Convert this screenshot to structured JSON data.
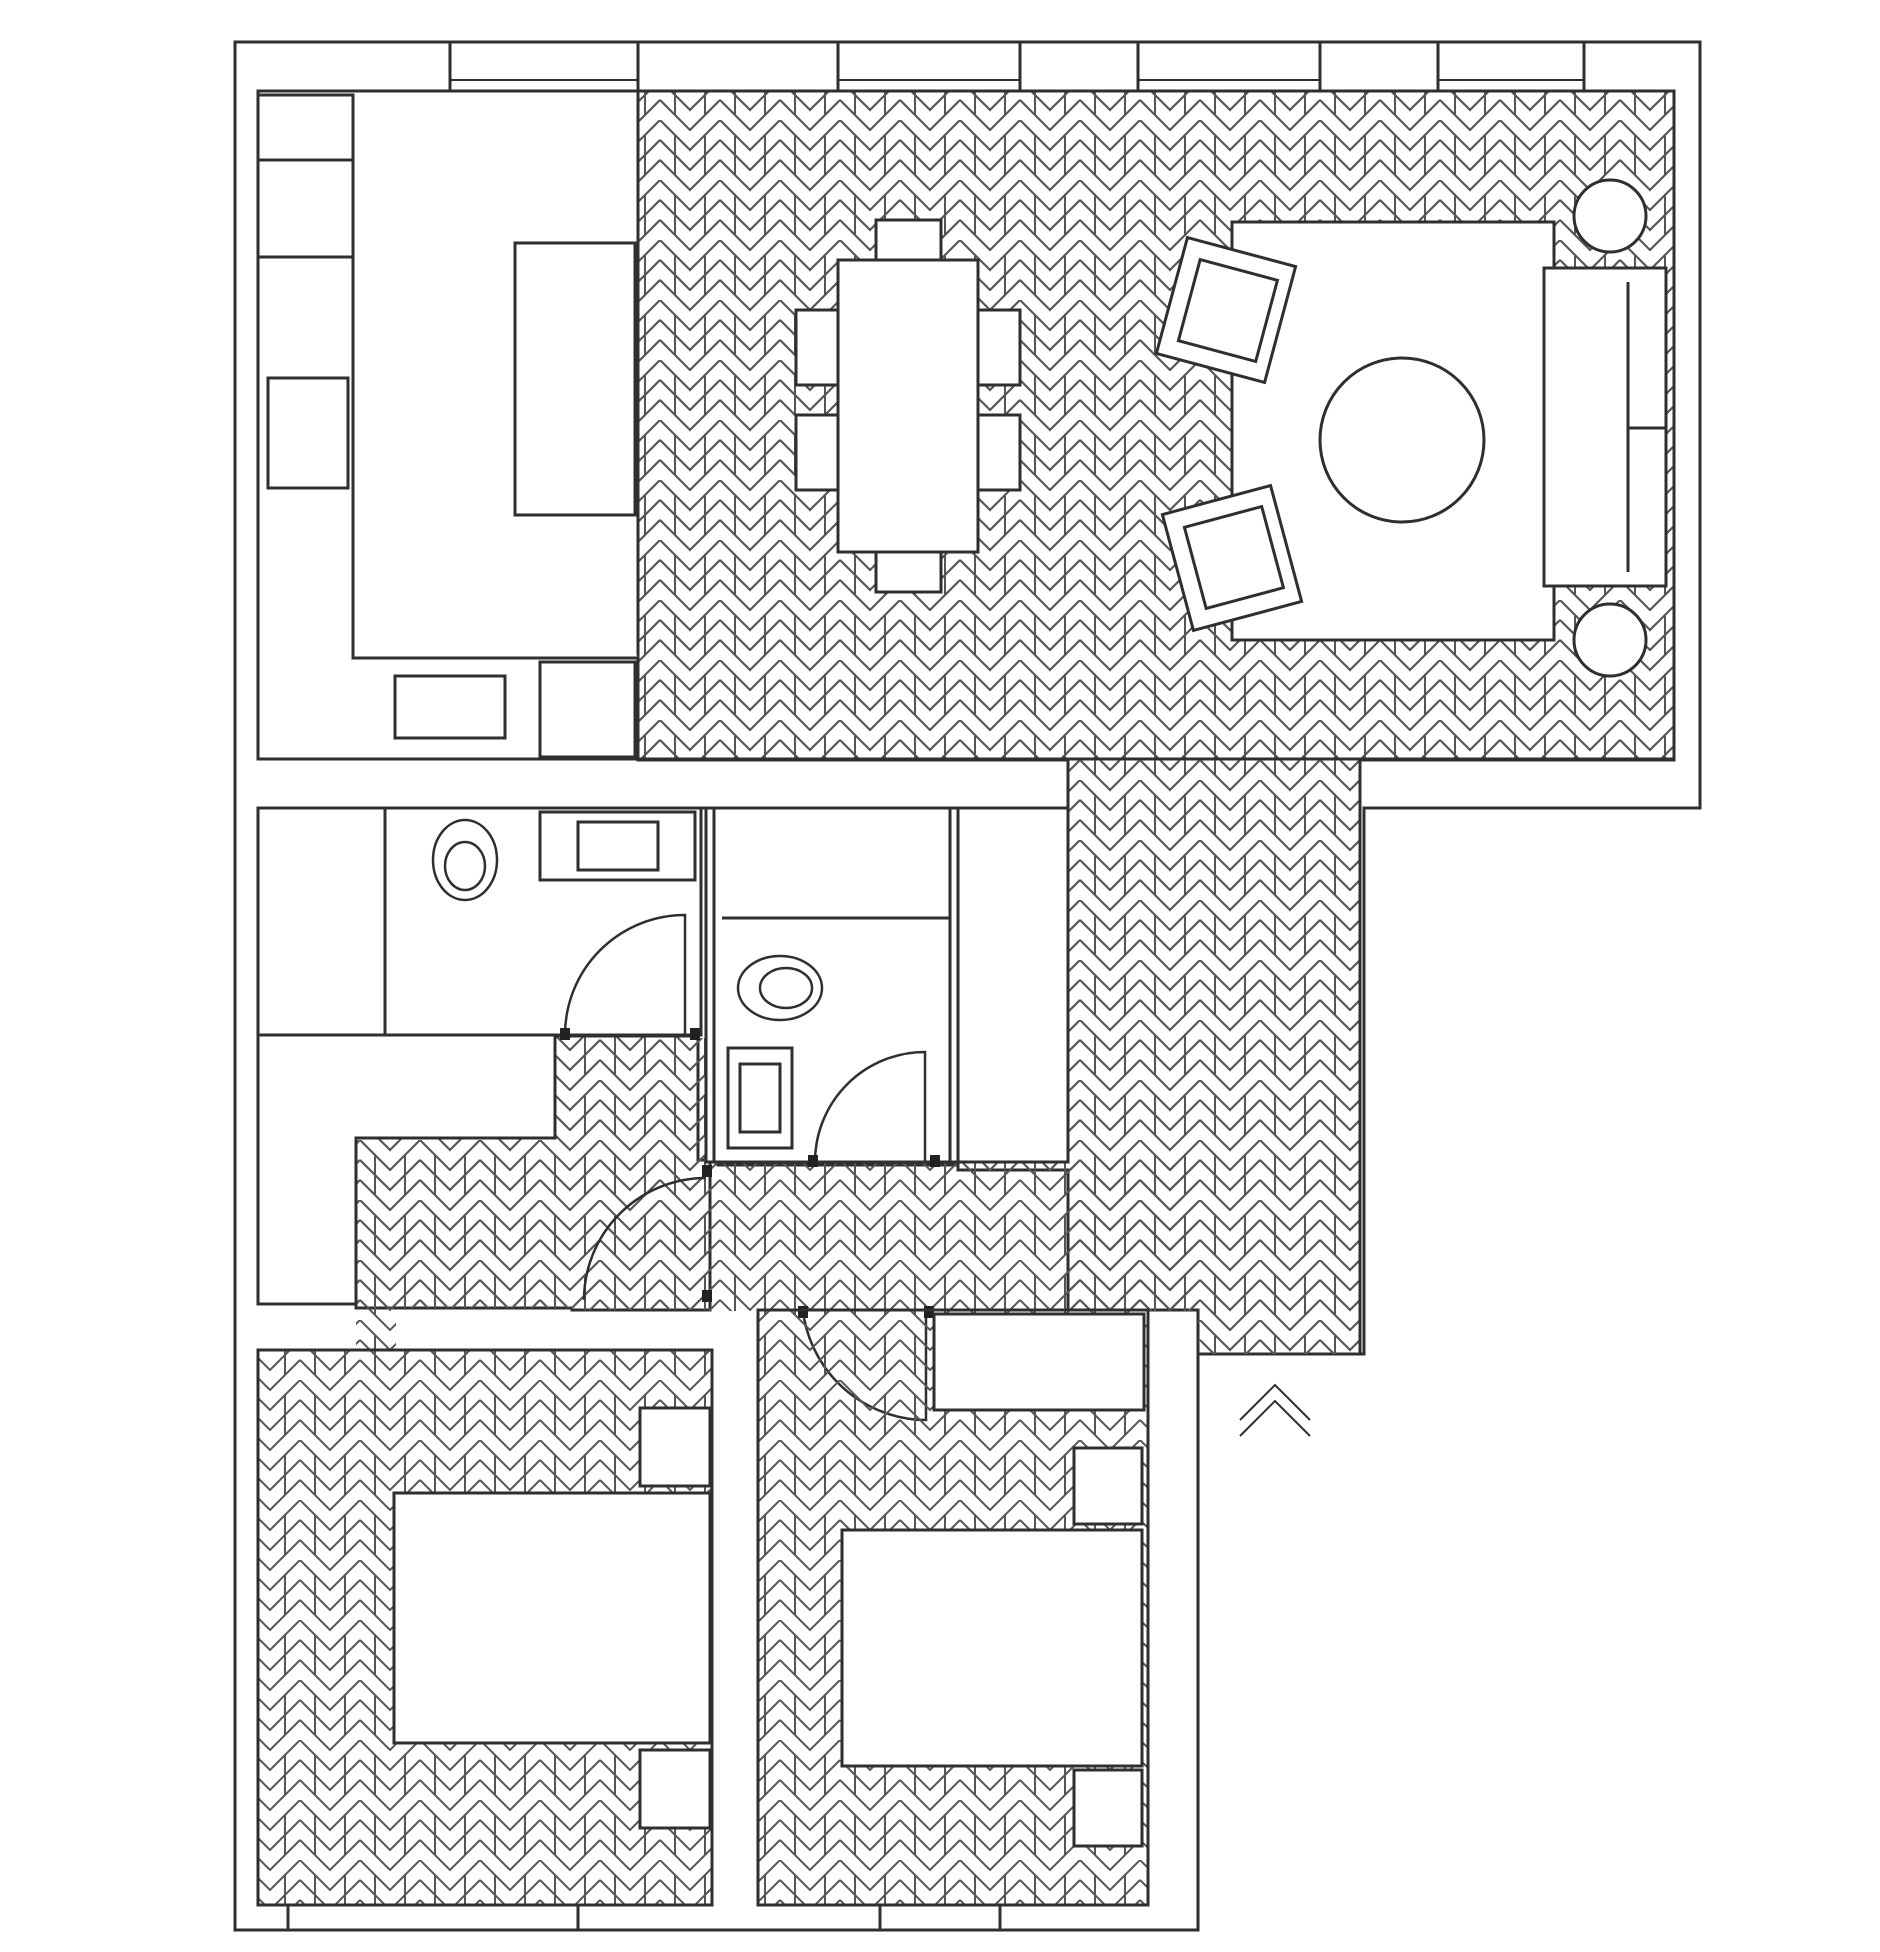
{
  "diagram": {
    "type": "floor-plan",
    "colors": {
      "background": "#ffffff",
      "wall": "#ffffff",
      "line": "#2f2f2f",
      "hatch": "#555555",
      "hinge": "#222222"
    },
    "rooms": [
      "kitchen",
      "living-dining",
      "hall",
      "wc",
      "bathroom",
      "bedroom-1",
      "bedroom-2",
      "utility"
    ],
    "floor_pattern": "herringbone",
    "entrance_marker": "chevron-up-icon"
  }
}
